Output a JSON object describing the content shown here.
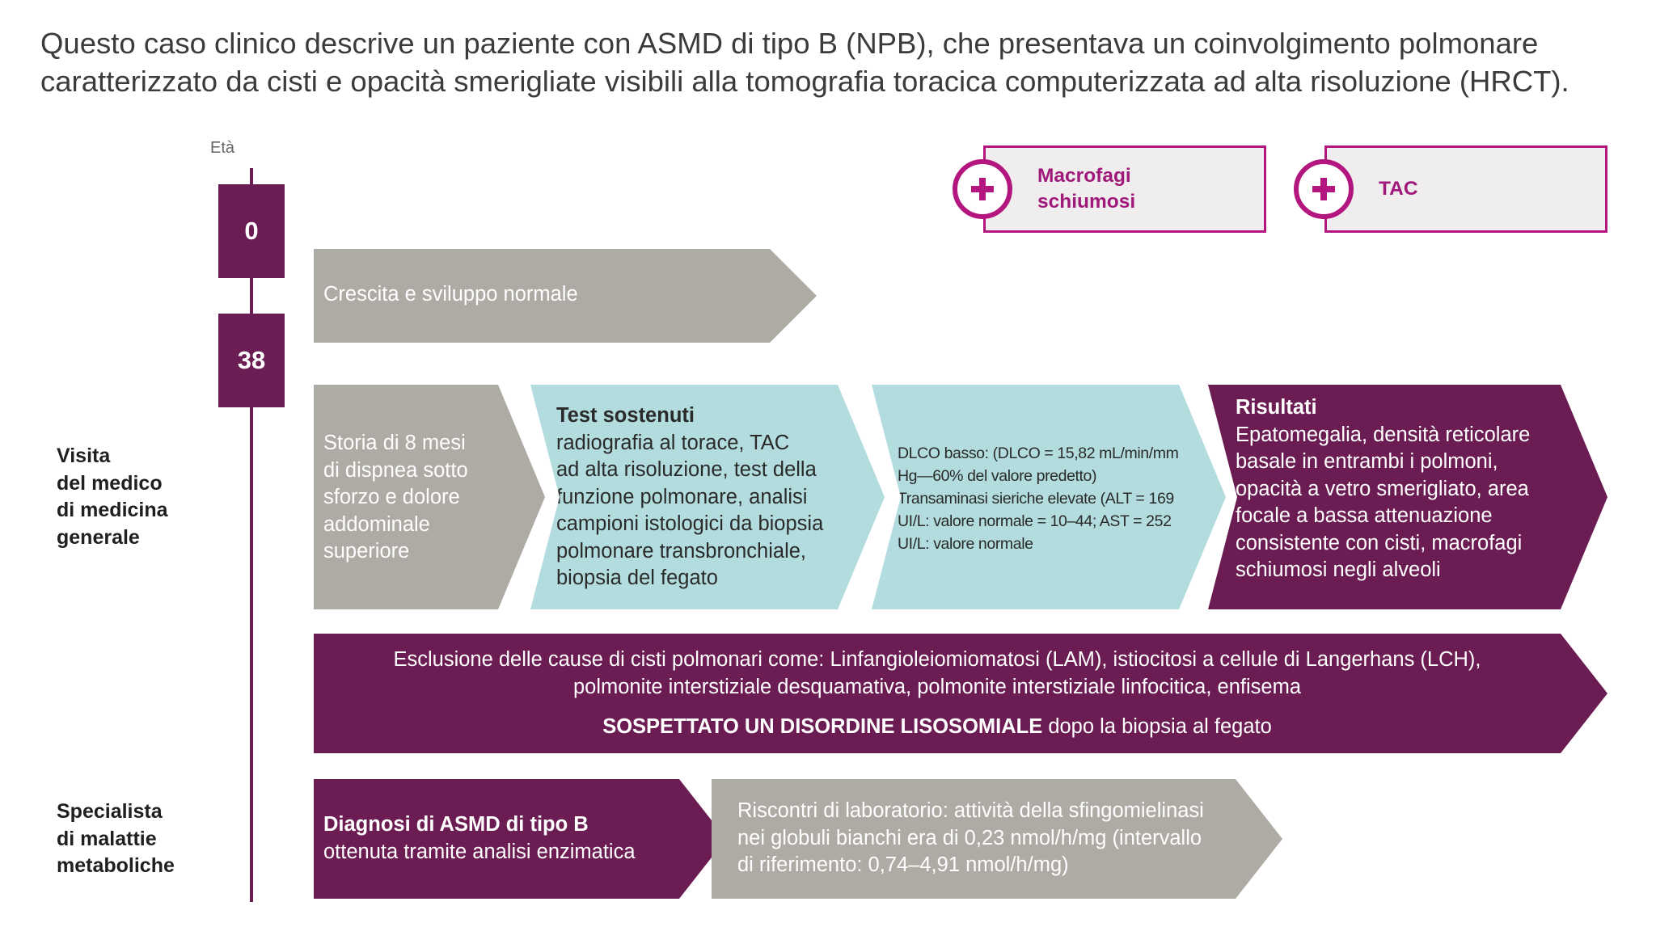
{
  "intro": "Questo caso clinico descrive un paziente con ASMD di tipo B (NPB), che presentava un coinvolgimento polmonare caratterizzato da cisti e opacità smerigliate visibili alla tomografia toracica computerizzata ad alta risoluzione (HRCT).",
  "timeline": {
    "age_label": "Età",
    "ages": [
      "0",
      "38"
    ]
  },
  "side_labels": {
    "gp_visit": [
      "Visita",
      "del medico",
      "di medicina",
      "generale"
    ],
    "specialist": [
      "Specialista",
      "di malattie",
      "metaboliche"
    ]
  },
  "top_boxes": [
    {
      "lines": [
        "Macrofagi",
        "schiumosi"
      ],
      "icon": "plus-circle-icon"
    },
    {
      "lines": [
        "TAC"
      ],
      "icon": "plus-circle-icon"
    }
  ],
  "growth": "Crescita e sviluppo normale",
  "history": [
    "Storia di 8 mesi",
    "di dispnea sotto",
    "sforzo e dolore",
    "addominale",
    "superiore"
  ],
  "tests": {
    "title": "Test sostenuti",
    "lines": [
      "radiografia al torace, TAC",
      "ad alta risoluzione, test della",
      "funzione polmonare, analisi",
      "campioni istologici da biopsia",
      "polmonare transbronchiale,",
      "biopsia del fegato"
    ]
  },
  "lab": [
    "DLCO basso: (DLCO = 15,82 mL/min/mm",
    "Hg—60% del valore predetto)",
    "Transaminasi sieriche elevate (ALT = 169",
    "UI/L: valore normale = 10–44; AST = 252",
    "UI/L: valore normale"
  ],
  "results": {
    "title": "Risultati",
    "lines": [
      "Epatomegalia, densità reticolare",
      "basale in entrambi i polmoni,",
      "opacità a vetro smerigliato, area",
      "focale a bassa attenuazione",
      "consistente con cisti, macrofagi",
      "schiumosi negli alveoli"
    ]
  },
  "exclusion": {
    "lines": [
      "Esclusione delle cause di cisti polmonari come: Linfangioleiomiomatosi (LAM), istiocitosi a cellule di Langerhans (LCH),",
      "polmonite interstiziale desquamativa, polmonite interstiziale linfocitica, enfisema"
    ],
    "strong": "SOSPETTATO UN DISORDINE LISOSOMIALE",
    "rest": " dopo la biopsia al fegato"
  },
  "diagnosis": {
    "title": "Diagnosi di ASMD di tipo B",
    "subtitle": "ottenuta tramite analisi enzimatica"
  },
  "lab_findings": [
    "Riscontri di laboratorio: attività della sfingomielinasi",
    "nei globuli bianchi era di 0,23 nmol/h/mg (intervallo",
    "di riferimento: 0,74–4,91 nmol/h/mg)"
  ],
  "colors": {
    "plum": "#6b1d53",
    "magenta": "#b3177f",
    "gray": "#aeaaa4",
    "teal": "#b2dcdd"
  }
}
